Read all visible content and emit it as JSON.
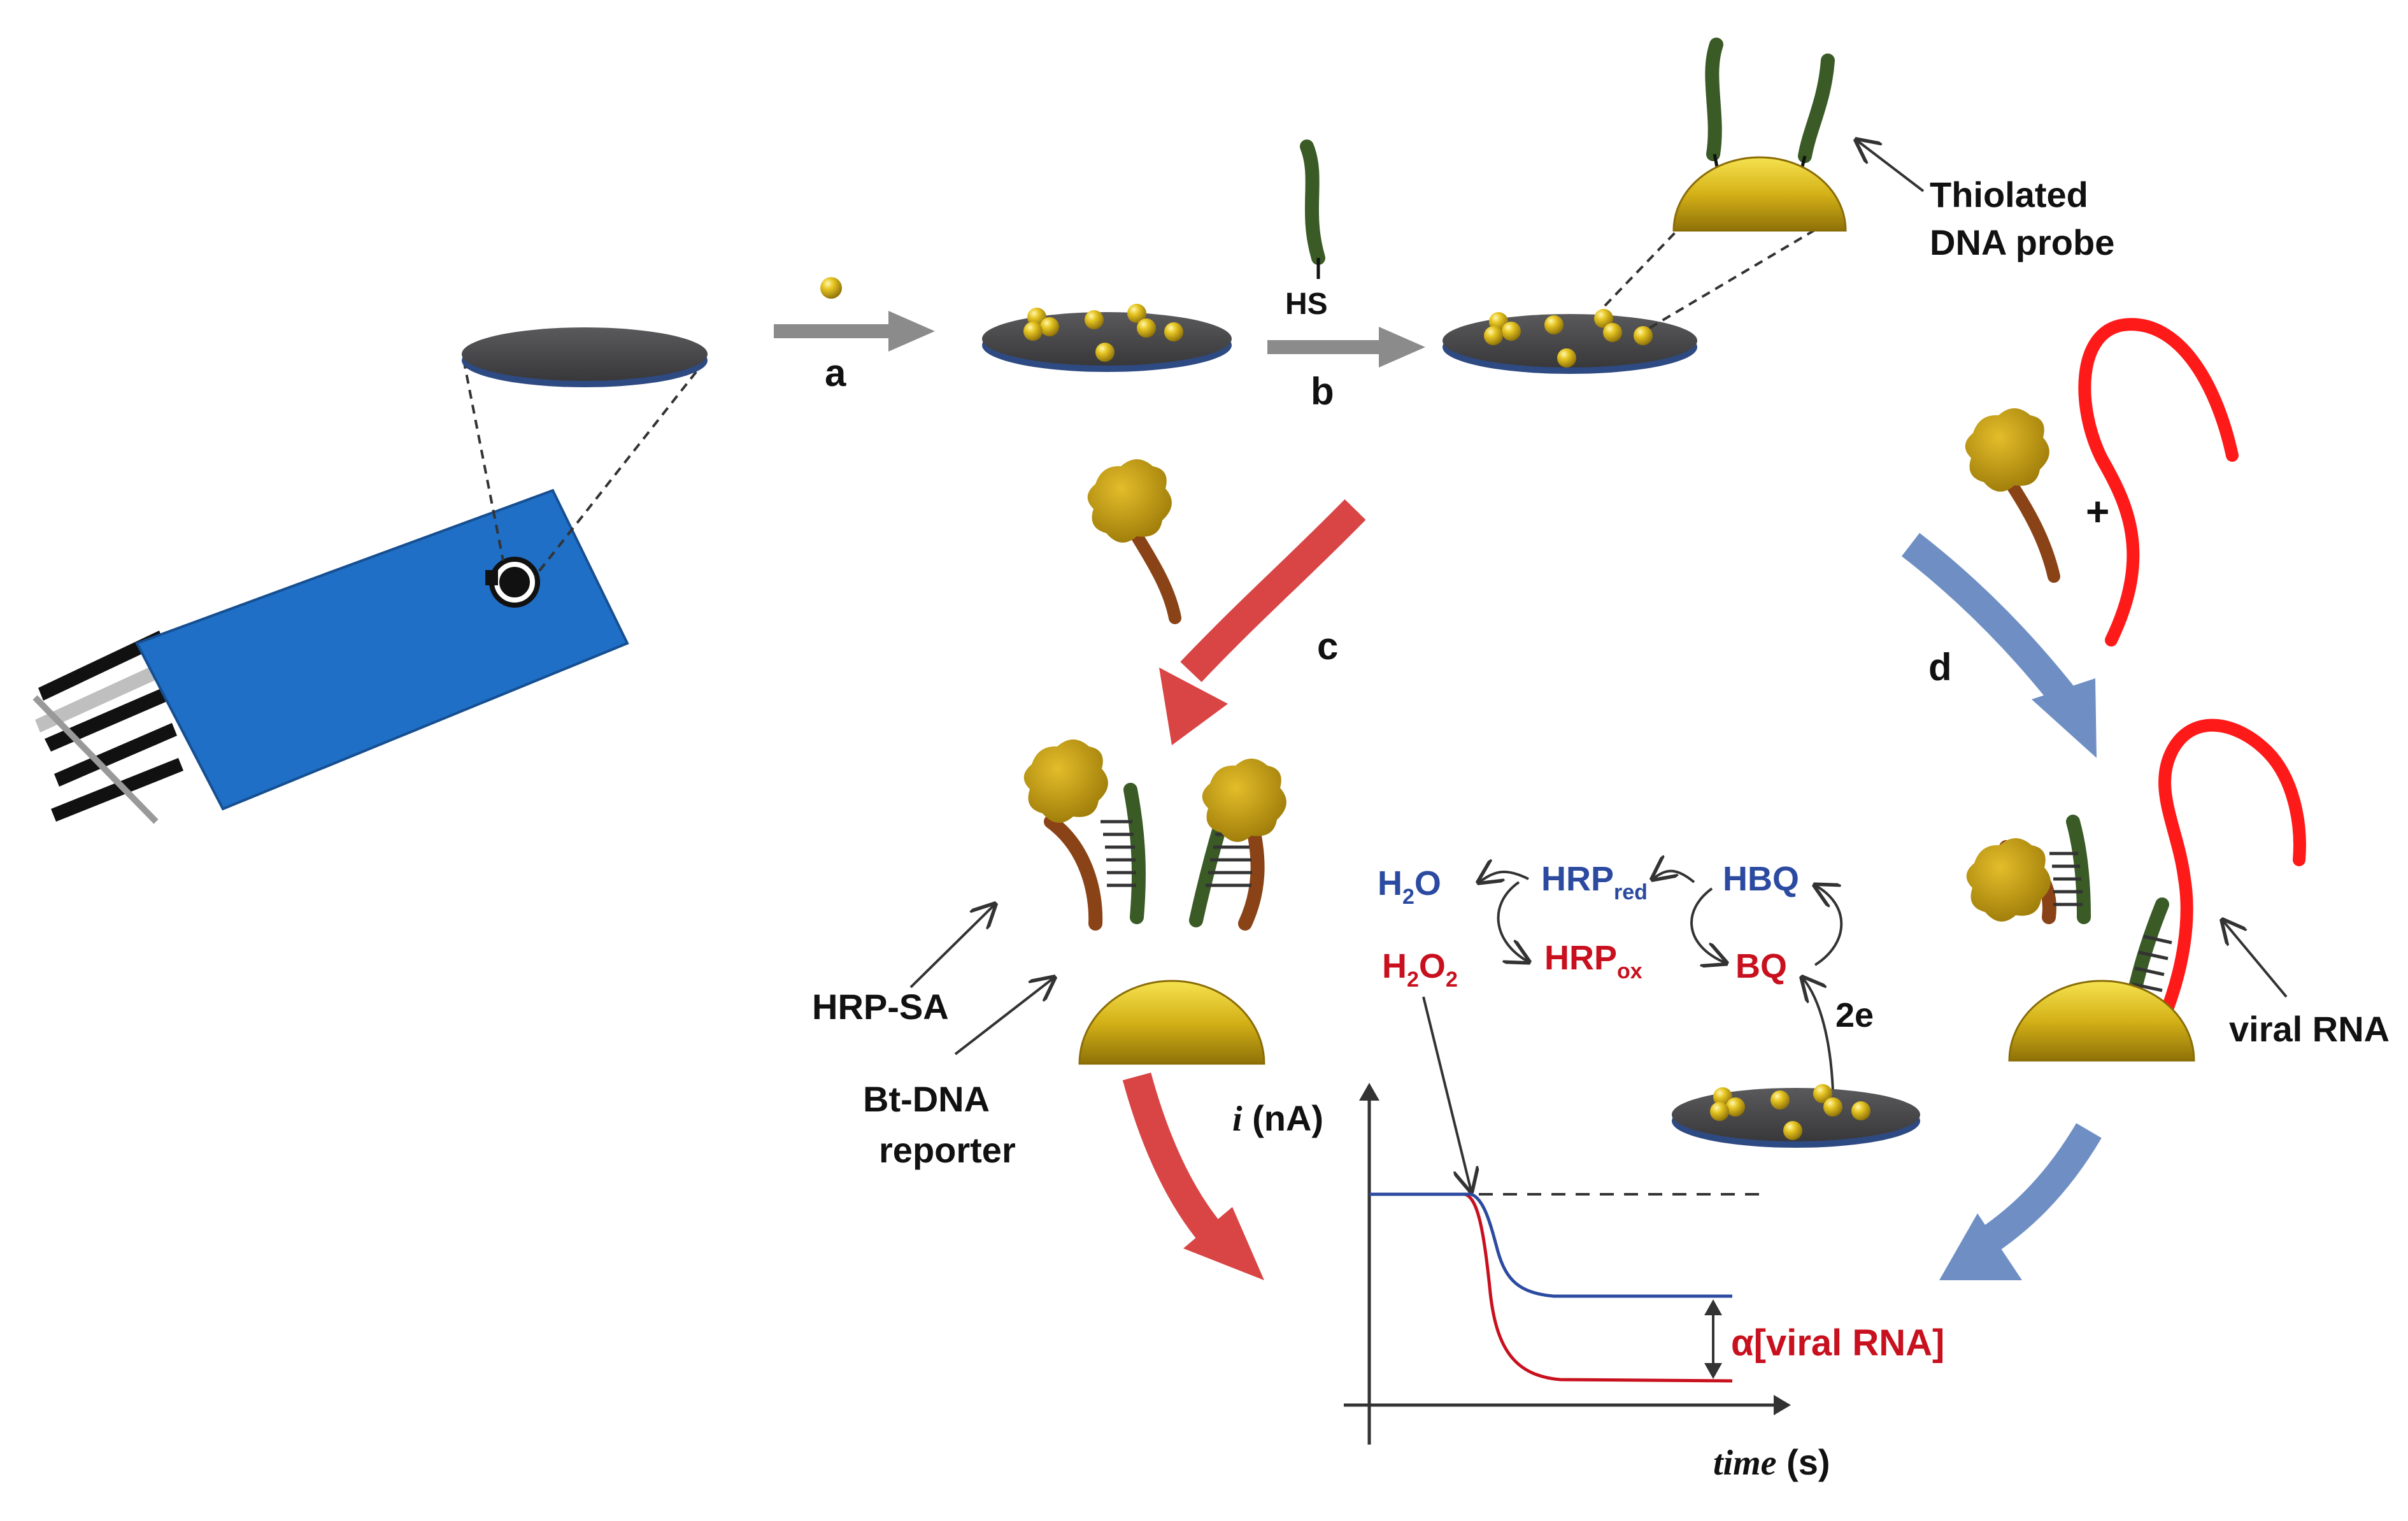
{
  "steps": {
    "a": "a",
    "b": "b",
    "c": "c",
    "d": "d"
  },
  "labels": {
    "hs": "HS",
    "thiolated_line1": "Thiolated",
    "thiolated_line2": "DNA probe",
    "plus": "+",
    "hrp_sa": "HRP-SA",
    "bt_dna_line1": "Bt-DNA",
    "bt_dna_line2": "reporter",
    "viral_rna": "viral RNA",
    "two_e": "2e"
  },
  "reaction": {
    "h2o": "H",
    "h2o_sub": "2",
    "h2o_tail": "O",
    "h2o2": "H",
    "h2o2_sub1": "2",
    "h2o2_mid": "O",
    "h2o2_sub2": "2",
    "hrp_red": "HRP",
    "hrp_red_sub": "red",
    "hrp_ox": "HRP",
    "hrp_ox_sub": "ox",
    "hbq": "HBQ",
    "bq": "BQ"
  },
  "plot": {
    "ylabel_italic": "i",
    "ylabel_unit": " (nA)",
    "xlabel_italic": "time",
    "xlabel_unit": " (s)",
    "difference": "α[viral RNA]"
  },
  "colors": {
    "strip_blue": "#1f6fc6",
    "gold": "#d8b21a",
    "probe_green": "#3a5a26",
    "reporter_brown": "#8a4317",
    "rna_red": "#ff1a1a",
    "arrow_red": "#d94444",
    "arrow_blue": "#6f8fc4",
    "text_blue": "#2b4aa0",
    "text_red": "#c8101e"
  }
}
